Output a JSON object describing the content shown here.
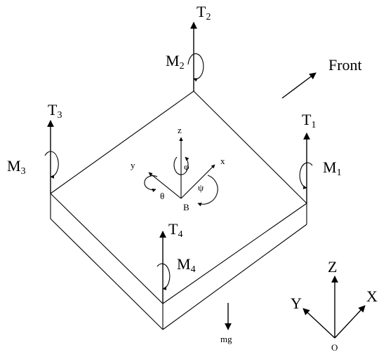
{
  "thrusts": {
    "t1": {
      "main": "T",
      "sub": "1"
    },
    "t2": {
      "main": "T",
      "sub": "2"
    },
    "t3": {
      "main": "T",
      "sub": "3"
    },
    "t4": {
      "main": "T",
      "sub": "4"
    }
  },
  "moments": {
    "m1": {
      "main": "M",
      "sub": "1"
    },
    "m2": {
      "main": "M",
      "sub": "2"
    },
    "m3": {
      "main": "M",
      "sub": "3"
    },
    "m4": {
      "main": "M",
      "sub": "4"
    }
  },
  "body_frame": {
    "x": "x",
    "y": "y",
    "z": "z",
    "origin": "B",
    "phi": "φ",
    "theta": "θ",
    "psi": "ψ"
  },
  "inertial_frame": {
    "x": "X",
    "y": "Y",
    "z": "Z",
    "origin": "O"
  },
  "front_label": "Front",
  "gravity_label": "mg"
}
